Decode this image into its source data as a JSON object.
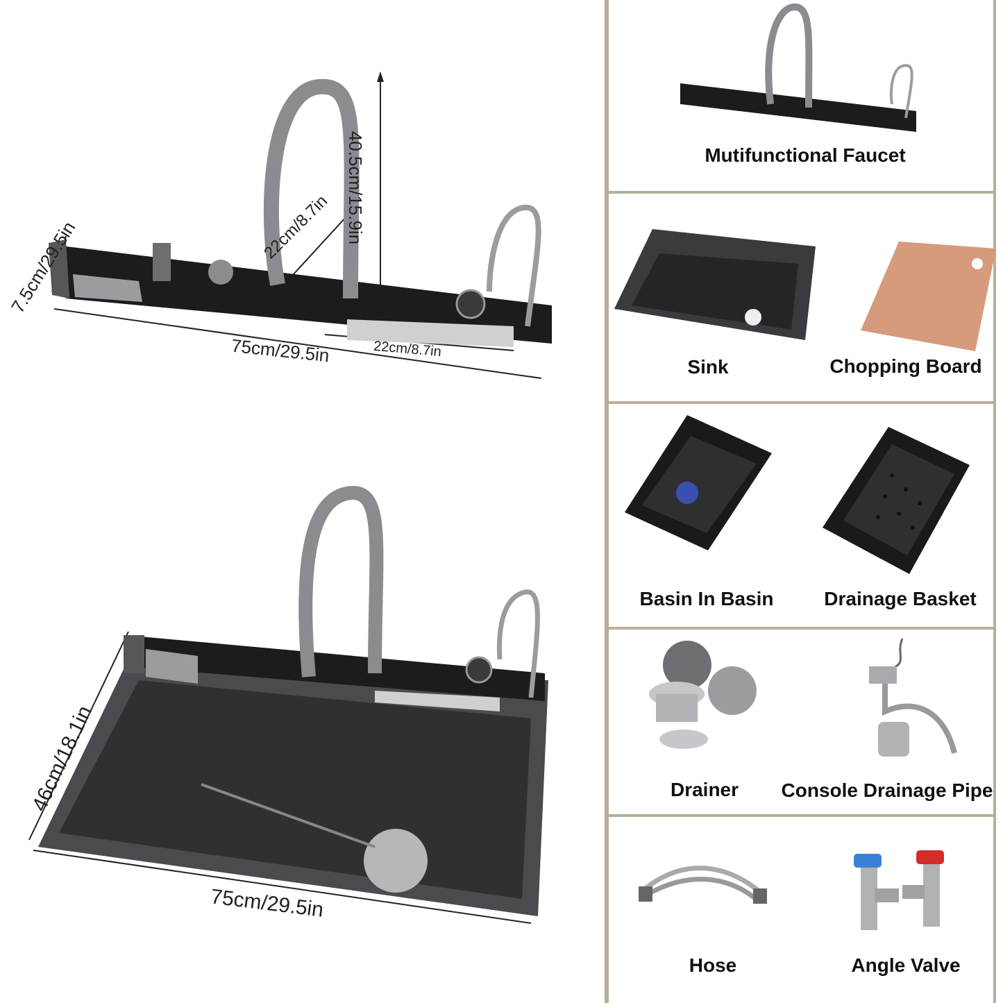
{
  "top_product": {
    "dimensions": {
      "depth": "7.5cm/29.5in",
      "width": "75cm/29.5in",
      "height": "40.5cm/15.9in",
      "spout_reach": "22cm/8.7in",
      "waterfall_width": "22cm/8.7in"
    }
  },
  "bottom_product": {
    "dimensions": {
      "depth": "46cm/18.1in",
      "width": "75cm/29.5in"
    }
  },
  "components": [
    {
      "label": "Mutifunctional Faucet",
      "icon": "faucet-icon"
    },
    {
      "label": "Sink",
      "icon": "sink-icon"
    },
    {
      "label": "Chopping Board",
      "icon": "chopping-board-icon"
    },
    {
      "label": "Basin In Basin",
      "icon": "basin-icon"
    },
    {
      "label": "Drainage Basket",
      "icon": "basket-icon"
    },
    {
      "label": "Drainer",
      "icon": "drainer-icon"
    },
    {
      "label": "Console Drainage Pipe",
      "icon": "drainage-pipe-icon"
    },
    {
      "label": "Hose",
      "icon": "hose-icon"
    },
    {
      "label": "Angle Valve",
      "icon": "angle-valve-icon"
    }
  ],
  "colors": {
    "frame": "#b8ae98",
    "panel": "#1c1c1e",
    "steel": "#8a8c90"
  }
}
